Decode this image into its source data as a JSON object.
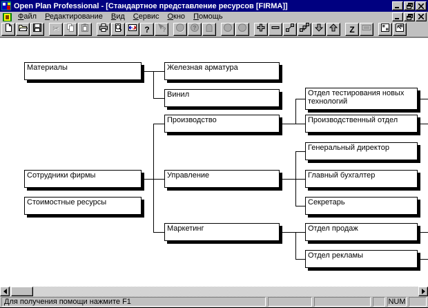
{
  "window": {
    "title": "Open Plan Professional - [Стандартное представление ресурсов [FIRMA]]"
  },
  "menu": {
    "items": [
      {
        "label": "Файл"
      },
      {
        "label": "Редактирование"
      },
      {
        "label": "Вид"
      },
      {
        "label": "Сервис"
      },
      {
        "label": "Окно"
      },
      {
        "label": "Помощь"
      }
    ]
  },
  "toolbar": {
    "buttons": [
      {
        "name": "new",
        "enabled": true
      },
      {
        "name": "open",
        "enabled": true
      },
      {
        "name": "save",
        "enabled": true
      },
      {
        "name": "cut",
        "enabled": false
      },
      {
        "name": "copy",
        "enabled": false
      },
      {
        "name": "paste",
        "enabled": false
      },
      {
        "name": "print",
        "enabled": true
      },
      {
        "name": "print-preview",
        "enabled": true
      },
      {
        "name": "exchange",
        "enabled": true
      },
      {
        "name": "help",
        "enabled": true
      },
      {
        "name": "context-help",
        "enabled": false
      },
      {
        "name": "resource-circle-1",
        "enabled": false
      },
      {
        "name": "resource-circle-question",
        "enabled": false
      },
      {
        "name": "resource-rounded",
        "enabled": false
      },
      {
        "name": "resource-circle-2",
        "enabled": false
      },
      {
        "name": "resource-circle-3",
        "enabled": false
      },
      {
        "name": "add",
        "enabled": true
      },
      {
        "name": "remove",
        "enabled": true
      },
      {
        "name": "diagonal-nodes",
        "enabled": true
      },
      {
        "name": "stepped-nodes",
        "enabled": true
      },
      {
        "name": "move-down",
        "enabled": true
      },
      {
        "name": "move-up",
        "enabled": true
      },
      {
        "name": "zigzag",
        "enabled": true
      },
      {
        "name": "keyboard",
        "enabled": false
      },
      {
        "name": "tile-windows",
        "enabled": true
      },
      {
        "name": "resize-window",
        "enabled": true
      }
    ],
    "zigzag_label": "Z"
  },
  "diagram": {
    "nodes": [
      {
        "label": "Материалы"
      },
      {
        "label": "Сотрудники фирмы"
      },
      {
        "label": "Стоимостные ресурсы"
      },
      {
        "label": "Железная арматура"
      },
      {
        "label": "Винил"
      },
      {
        "label": "Производство"
      },
      {
        "label": "Управление"
      },
      {
        "label": "Маркетинг"
      },
      {
        "label": "Отдел тестирования новых технологий"
      },
      {
        "label": "Производственный отдел"
      },
      {
        "label": "Генеральный директор"
      },
      {
        "label": "Главный бухгалтер"
      },
      {
        "label": "Секретарь"
      },
      {
        "label": "Отдел продаж"
      },
      {
        "label": "Отдел рекламы"
      }
    ]
  },
  "statusbar": {
    "message": "Для получения помощи нажмите F1",
    "num_indicator": "NUM"
  },
  "colors": {
    "titlebar": "#000080",
    "chrome": "#c0c0c0",
    "client": "#ffffff",
    "line": "#000000"
  }
}
